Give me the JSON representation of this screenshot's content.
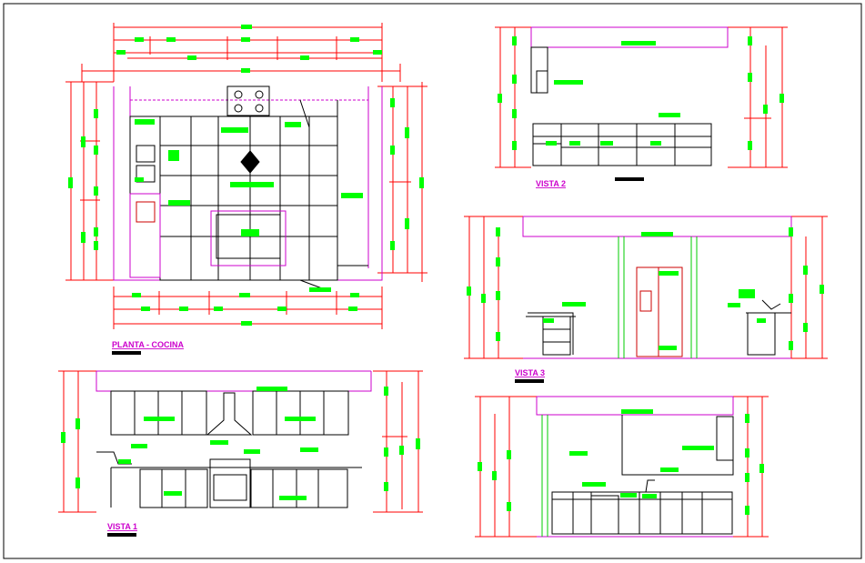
{
  "drawing_labels": {
    "planta": "PLANTA - COCINA",
    "vista1": "VISTA 1",
    "vista2": "VISTA 2",
    "vista3": "VISTA 3"
  },
  "colors": {
    "dimension": "#ff0000",
    "wall": "#cc00cc",
    "cabinet": "#000000",
    "tag": "#00ff00",
    "appliance": "#cc0000",
    "title": "#cc00cc"
  }
}
